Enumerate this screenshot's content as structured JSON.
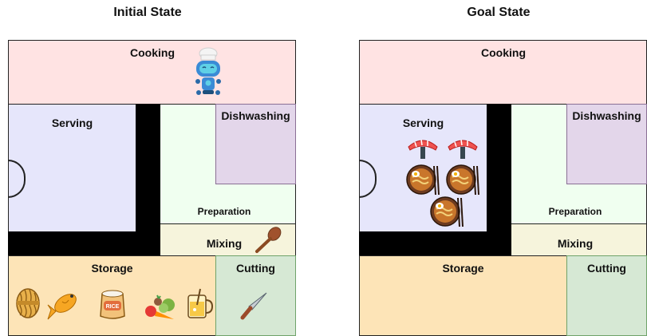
{
  "initial": {
    "title": "Initial State",
    "rooms": {
      "cooking": "Cooking",
      "serving": "Serving",
      "dishwashing": "Dishwashing",
      "preparation": "Preparation",
      "mixing": "Mixing",
      "storage": "Storage",
      "cutting": "Cutting"
    },
    "items": {
      "chef": "robot-chef-icon",
      "spoon": "wooden-spoon-icon",
      "knife": "knife-icon",
      "noodles": "noodles-icon",
      "fish": "fish-icon",
      "rice": "rice-bag-icon",
      "vegetables": "vegetables-icon",
      "drink": "drink-jar-icon"
    }
  },
  "goal": {
    "title": "Goal State",
    "rooms": {
      "cooking": "Cooking",
      "serving": "Serving",
      "dishwashing": "Dishwashing",
      "preparation": "Preparation",
      "mixing": "Mixing",
      "storage": "Storage",
      "cutting": "Cutting"
    },
    "items": {
      "sushi": "sushi-icon",
      "ramen": "ramen-bowl-icon"
    }
  },
  "colors": {
    "cooking": "#ffe3e3",
    "serving": "#e6e6fb",
    "preparation": "#f0fff0",
    "dishwashing": "#e3d6ea",
    "mixing": "#f6f4dc",
    "storage": "#fde4b7",
    "cutting": "#d6e8d4",
    "wall": "#000000"
  }
}
